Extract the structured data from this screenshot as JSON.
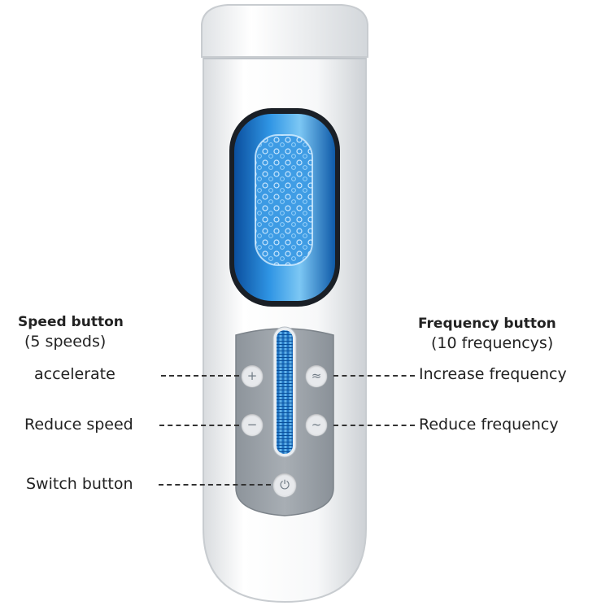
{
  "labels": {
    "speed_title": "Speed button",
    "speed_sub": "(5 speeds)",
    "frequency_title": "Frequency button",
    "frequency_sub": "(10 frequencys)",
    "accelerate": "accelerate",
    "reduce_speed": "Reduce speed",
    "switch_button": "Switch button",
    "increase_frequency": "Increase frequency",
    "reduce_frequency": "Reduce frequency"
  },
  "icons": {
    "plus": "+",
    "minus": "−",
    "wave_double": "≈",
    "wave_single": "~",
    "power": "⏻"
  },
  "colors": {
    "body": "#f4f5f6",
    "panel": "#9aa1a8",
    "blue": "#1e88d8",
    "blue_light": "#7fc4f2"
  }
}
